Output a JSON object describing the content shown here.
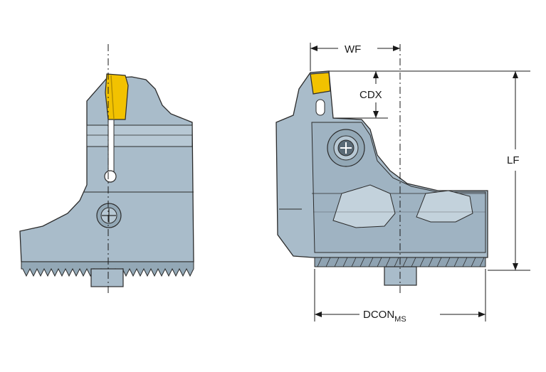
{
  "labels": {
    "wf": "WF",
    "cdx": "CDX",
    "lf": "LF",
    "dcon_main": "DCON",
    "dcon_sub": "MS"
  },
  "colors": {
    "body": "#a9bcca",
    "body_dark": "#8fa3b2",
    "body_light": "#c3d2dc",
    "outline": "#2b2b2b",
    "insert": "#f2c200",
    "insert_dark": "#b48f00",
    "line": "#1a1a1a"
  }
}
